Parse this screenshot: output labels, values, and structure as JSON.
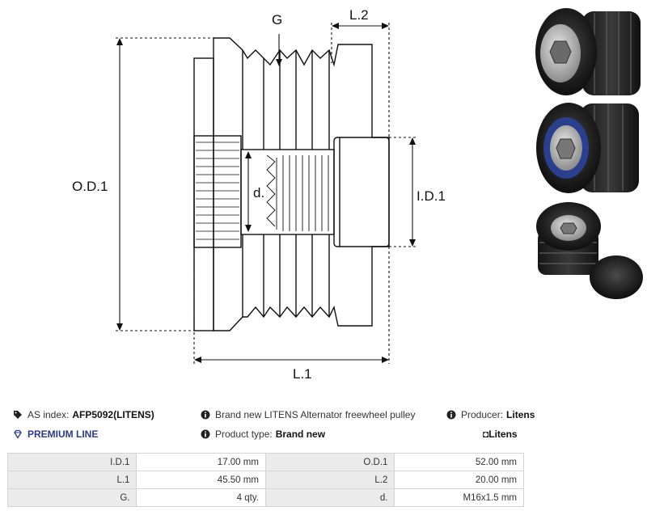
{
  "drawing": {
    "label_G": "G",
    "label_L2": "L.2",
    "label_OD1": "O.D.1",
    "label_d": "d.",
    "label_ID1": "I.D.1",
    "label_L1": "L.1"
  },
  "info": {
    "as_index_label": "AS index:",
    "as_index_value": "AFP5092(LITENS)",
    "description": "Brand new LITENS Alternator freewheel pulley",
    "producer_label": "Producer:",
    "producer_value": "Litens",
    "premium_label": "PREMIUM LINE",
    "product_type_label": "Product type:",
    "product_type_value": "Brand new",
    "brand_logo": "Litens"
  },
  "specs": [
    {
      "l1": "I.D.1",
      "v1": "17.00 mm",
      "l2": "O.D.1",
      "v2": "52.00 mm"
    },
    {
      "l1": "L.1",
      "v1": "45.50 mm",
      "l2": "L.2",
      "v2": "20.00 mm"
    },
    {
      "l1": "G.",
      "v1": "4 qty.",
      "l2": "d.",
      "v2": "M16x1.5 mm"
    }
  ]
}
